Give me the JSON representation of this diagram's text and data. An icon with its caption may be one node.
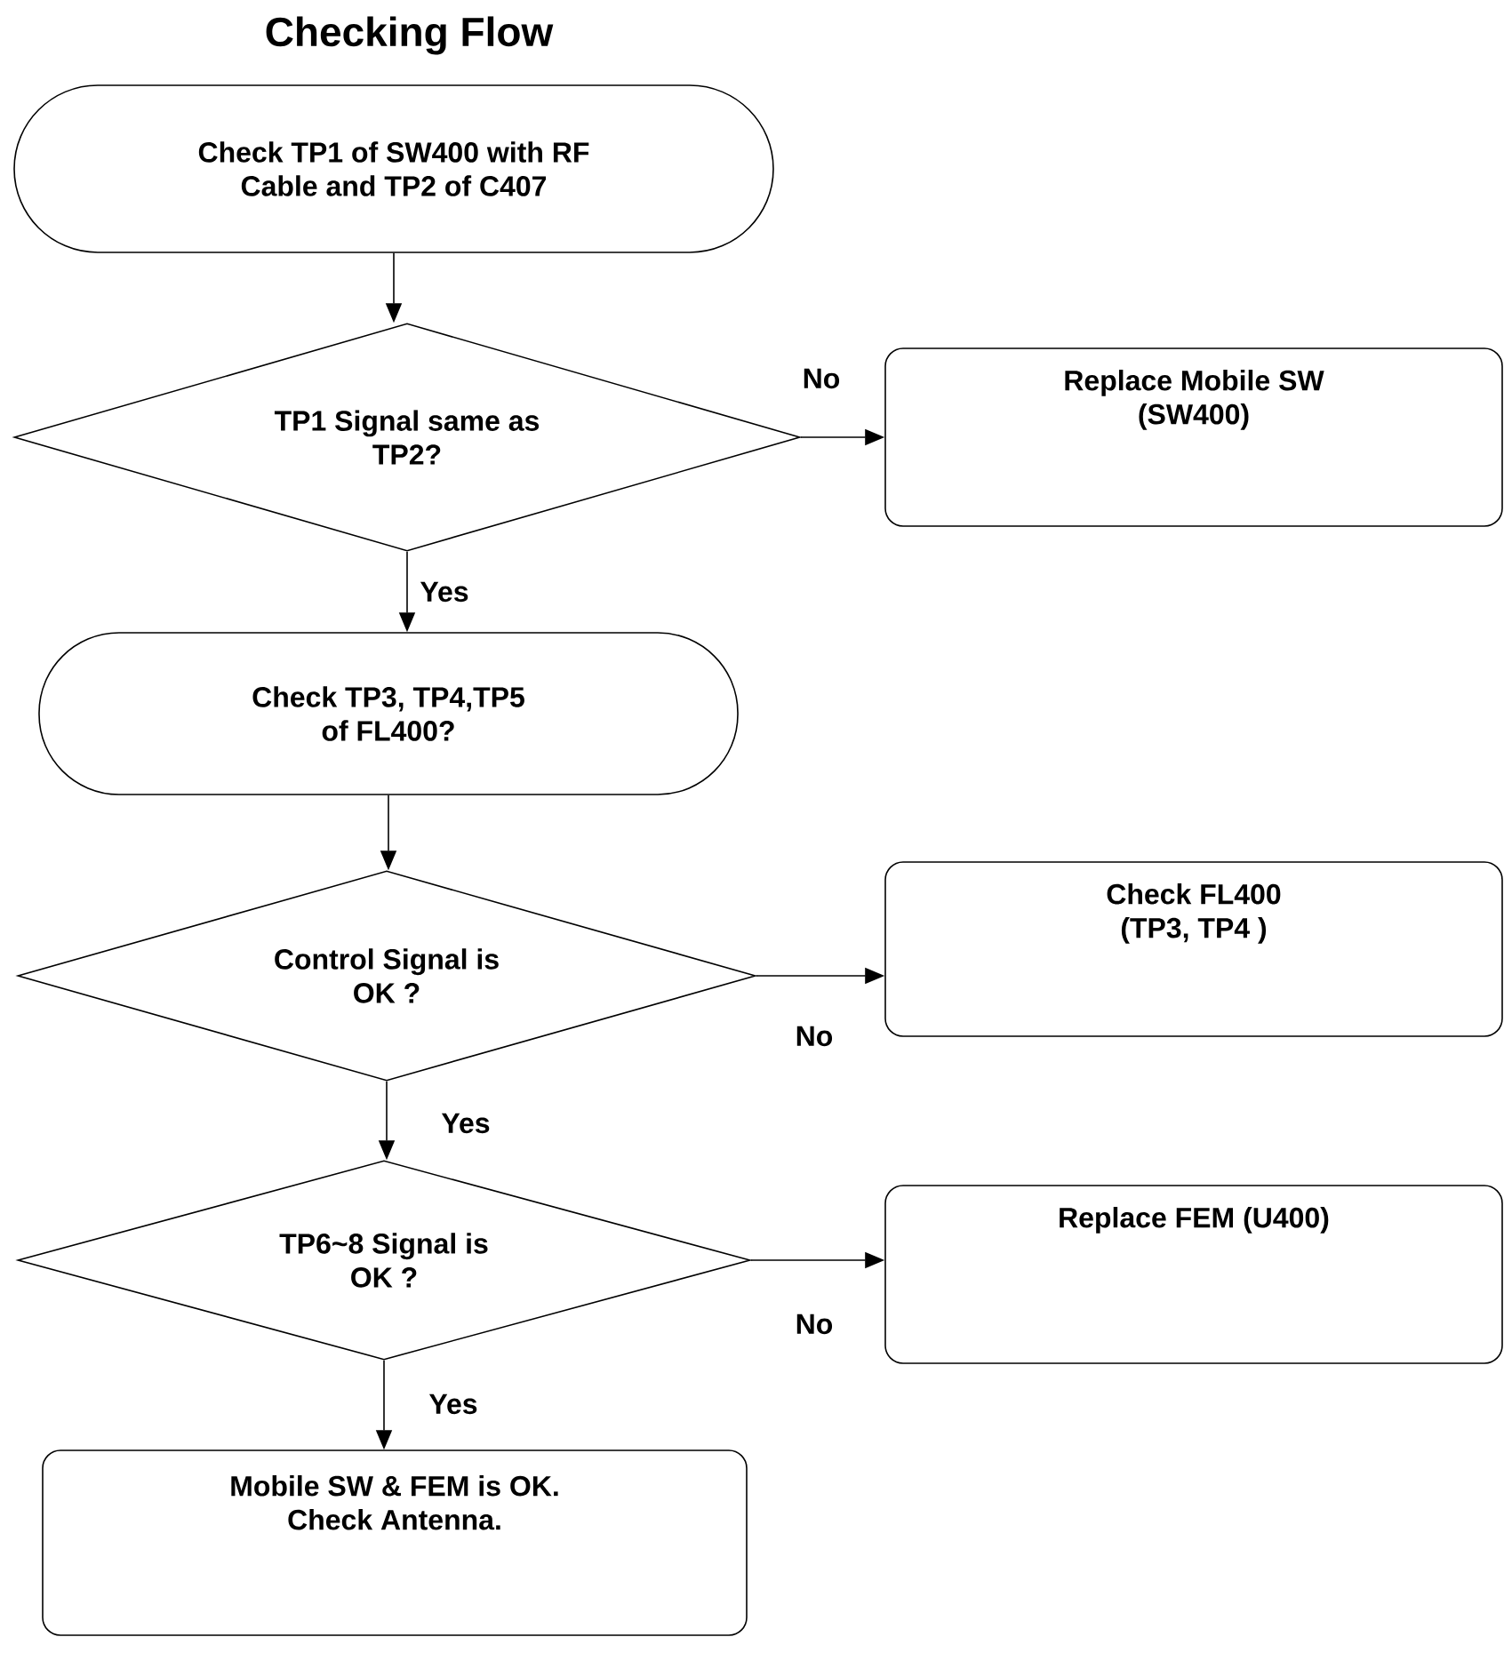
{
  "diagram": {
    "title": "Checking Flow",
    "nodes": [
      {
        "text": [
          "Check TP1 of SW400 with RF Cable and TP2 of C407"
        ]
      },
      {
        "text": [
          "TP1 Signal same as TP2?"
        ]
      },
      {
        "text": [
          "Replace Mobile SW (SW400)"
        ]
      },
      {
        "text": [
          "Check TP3, TP4,TP5 of FL400?"
        ]
      },
      {
        "text": [
          "Control Signal is OK ?"
        ]
      },
      {
        "text": [
          "Check FL400 (TP3, TP4 )"
        ]
      },
      {
        "text": [
          "TP6~8 Signal is OK ?"
        ]
      },
      {
        "text": [
          "Replace FEM (U400)"
        ]
      },
      {
        "text": [
          "Mobile SW & FEM is OK. Check Antenna."
        ]
      }
    ],
    "edges": [
      {
        "from": 0,
        "to": 1,
        "arrow": "to"
      },
      {
        "from": 1,
        "to": 2,
        "arrow": "to",
        "label": "No"
      },
      {
        "from": 1,
        "to": 3,
        "arrow": "to",
        "label": "Yes"
      },
      {
        "from": 3,
        "to": 4,
        "arrow": "to"
      },
      {
        "from": 4,
        "to": 5,
        "arrow": "to",
        "label": "No"
      },
      {
        "from": 4,
        "to": 6,
        "arrow": "to",
        "label": "Yes"
      },
      {
        "from": 6,
        "to": 7,
        "arrow": "to",
        "label": "No"
      },
      {
        "from": 6,
        "to": 8,
        "arrow": "to",
        "label": "Yes"
      }
    ]
  }
}
